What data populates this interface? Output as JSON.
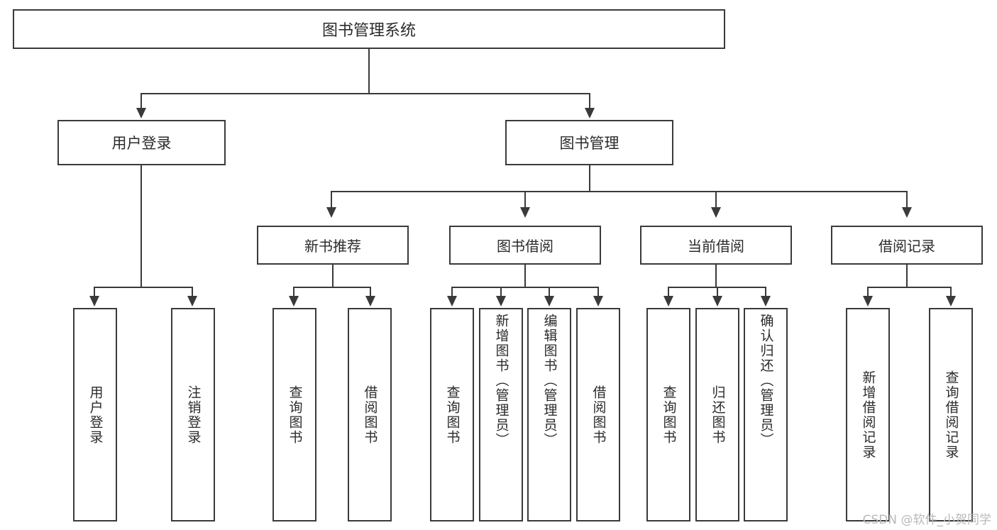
{
  "diagram": {
    "type": "tree",
    "title": "图书管理系统",
    "orientation": "top-down",
    "root": {
      "label": "图书管理系统"
    },
    "level1": [
      {
        "label": "用户登录"
      },
      {
        "label": "图书管理"
      }
    ],
    "level2": [
      {
        "label": "新书推荐",
        "parent": "图书管理"
      },
      {
        "label": "图书借阅",
        "parent": "图书管理"
      },
      {
        "label": "当前借阅",
        "parent": "图书管理"
      },
      {
        "label": "借阅记录",
        "parent": "图书管理"
      }
    ],
    "leaves": [
      {
        "label": "用户登录",
        "parent": "用户登录"
      },
      {
        "label": "注销登录",
        "parent": "用户登录"
      },
      {
        "label": "查询图书",
        "parent": "新书推荐"
      },
      {
        "label": "借阅图书",
        "parent": "新书推荐"
      },
      {
        "label": "查询图书",
        "parent": "图书借阅"
      },
      {
        "label": "新增图书（管理员）",
        "parent": "图书借阅"
      },
      {
        "label": "编辑图书（管理员）",
        "parent": "图书借阅"
      },
      {
        "label": "借阅图书",
        "parent": "图书借阅"
      },
      {
        "label": "查询图书",
        "parent": "当前借阅"
      },
      {
        "label": "归还图书",
        "parent": "当前借阅"
      },
      {
        "label": "确认归还（管理员）",
        "parent": "当前借阅"
      },
      {
        "label": "新增借阅记录",
        "parent": "借阅记录"
      },
      {
        "label": "查询借阅记录",
        "parent": "借阅记录"
      }
    ]
  },
  "watermark": {
    "text": "CSDN @软件_小贺同学"
  },
  "colors": {
    "stroke": "#3a3a3a",
    "text": "#2b2b2b",
    "background": "#ffffff",
    "watermark": "#b9b9b9"
  }
}
